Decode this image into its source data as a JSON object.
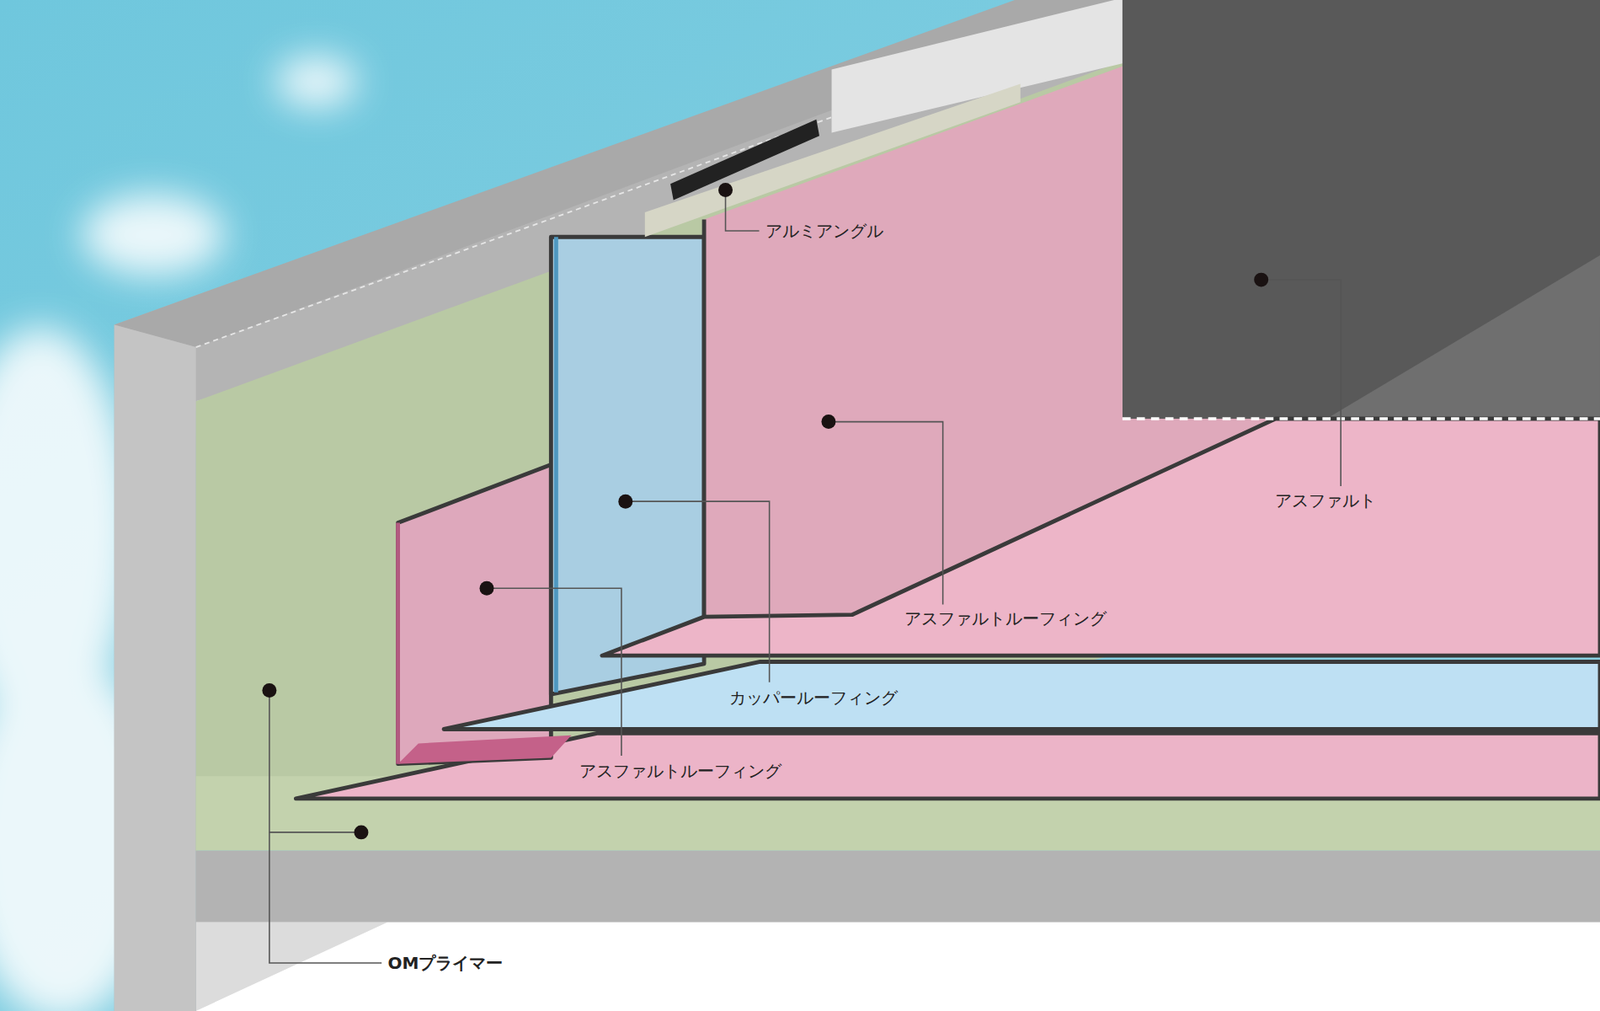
{
  "diagram": {
    "labels": [
      "アルミアングル",
      "アスファルト",
      "アスファルトルーフィング",
      "カッパールーフィング",
      "アスファルトルーフィング",
      "OMプライマー"
    ]
  }
}
